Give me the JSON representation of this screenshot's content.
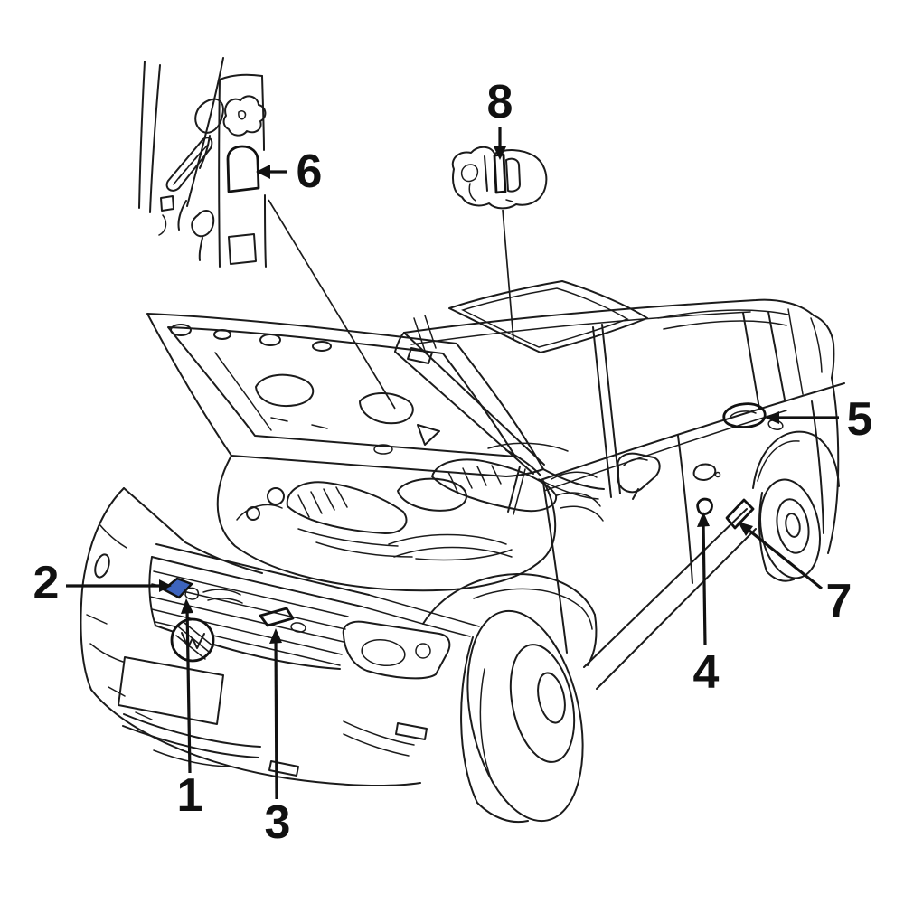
{
  "figure": {
    "background_color": "#ffffff",
    "line_color": "#1b1b1b",
    "highlight_color": "#3d64be",
    "highlighted_callout": "2"
  },
  "callouts": [
    {
      "label": "1"
    },
    {
      "label": "2"
    },
    {
      "label": "3"
    },
    {
      "label": "4"
    },
    {
      "label": "5"
    },
    {
      "label": "6"
    },
    {
      "label": "7"
    },
    {
      "label": "8"
    }
  ]
}
